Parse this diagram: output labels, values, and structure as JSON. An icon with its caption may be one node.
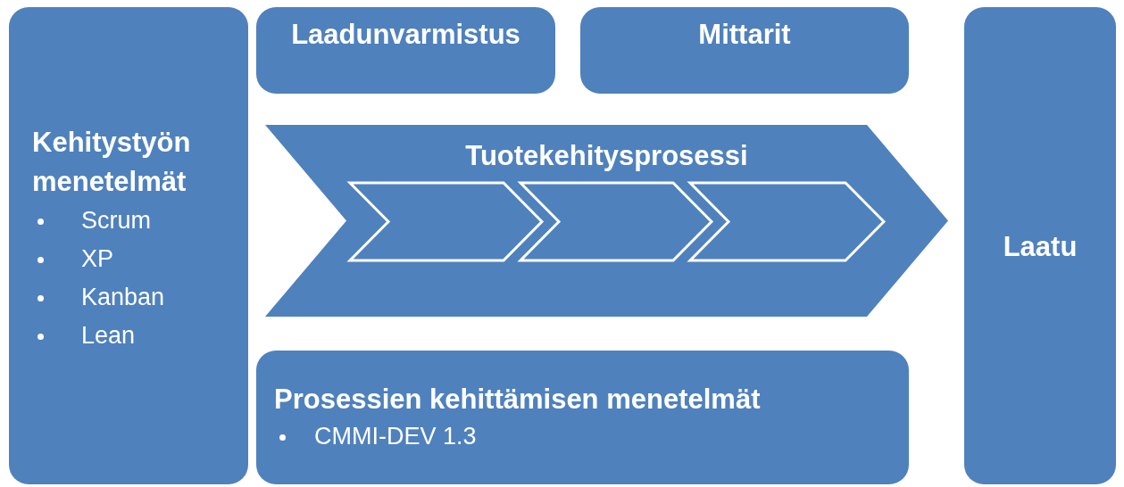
{
  "diagram": {
    "nodes": [
      {
        "text": [
          "Kehitystyön menetelmät",
          "Scrum",
          "XP",
          "Kanban",
          "Lean"
        ]
      },
      {
        "text": [
          "Laadunvarmistus"
        ]
      },
      {
        "text": [
          "Mittarit"
        ]
      },
      {
        "text": [
          "Tuotekehitysprosessi"
        ]
      },
      {
        "text": [],
        "shape": "chevron",
        "in": 3
      },
      {
        "text": [],
        "shape": "chevron",
        "in": 3
      },
      {
        "text": [],
        "shape": "chevron",
        "in": 3
      },
      {
        "text": [
          "Prosessien kehittämisen menetelmät",
          "CMMI-DEV 1.3"
        ]
      },
      {
        "text": [
          "Laatu"
        ]
      }
    ],
    "edges": []
  }
}
